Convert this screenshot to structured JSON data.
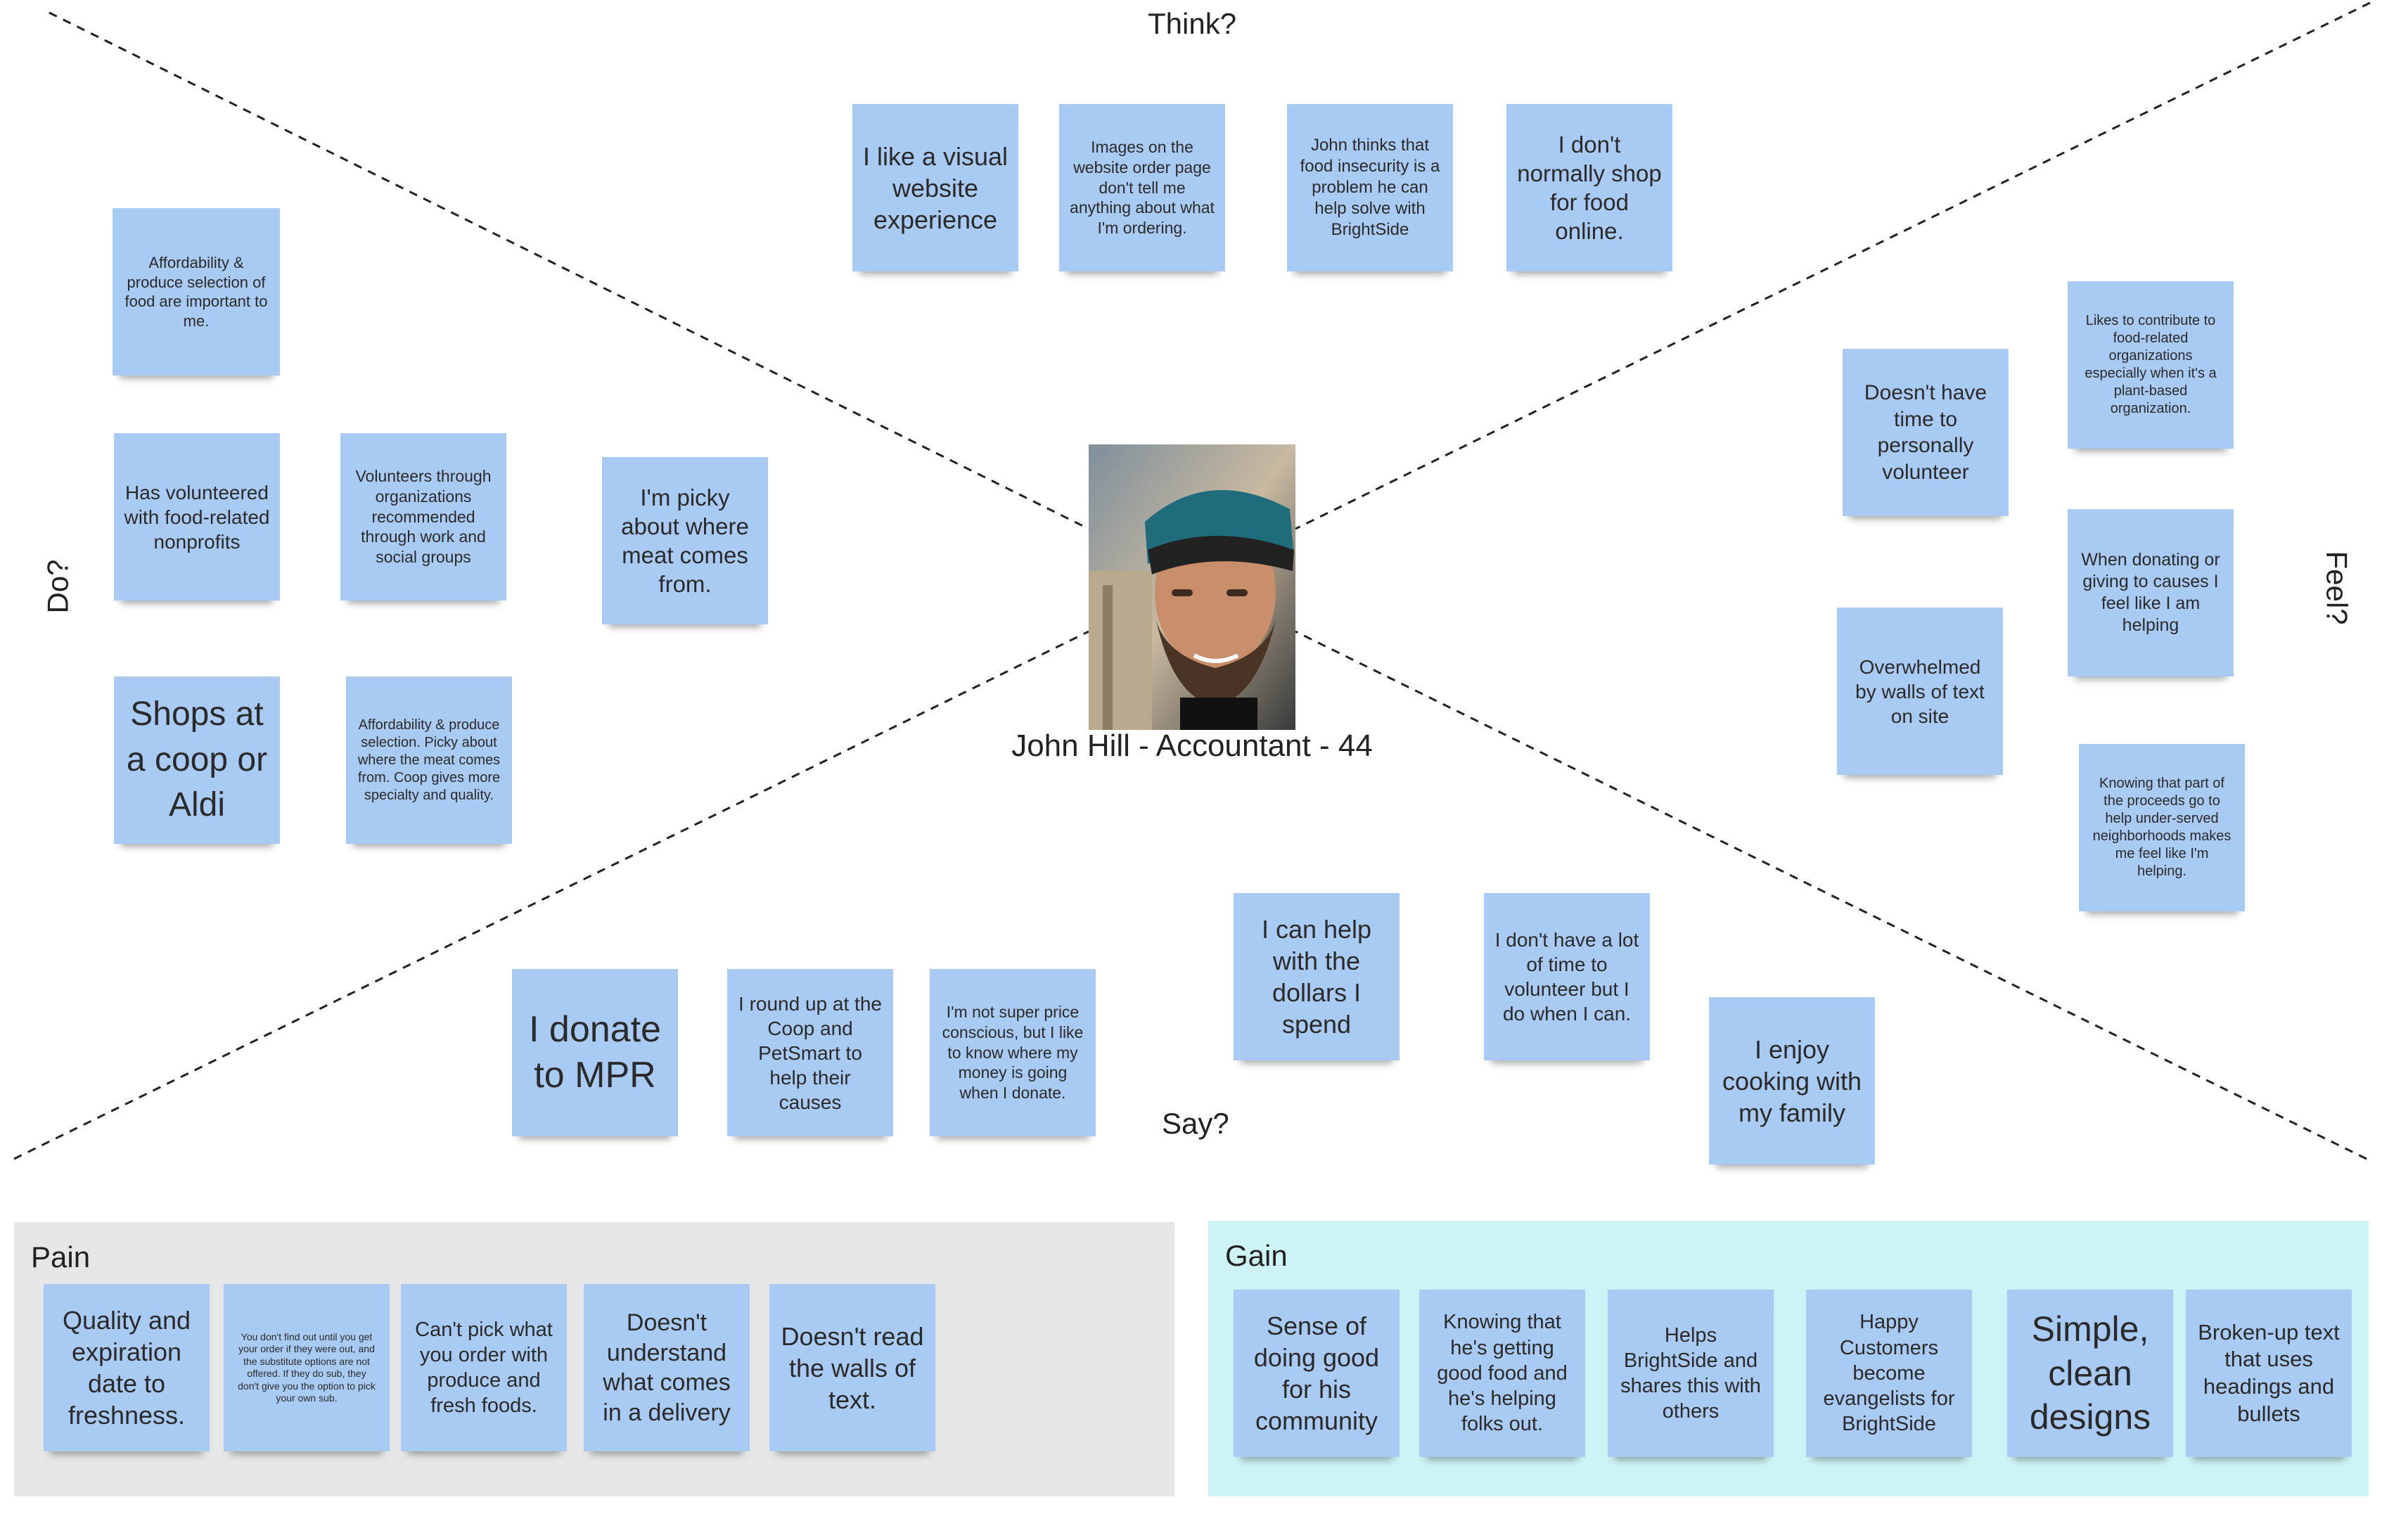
{
  "quadrants": {
    "think": "Think?",
    "feel": "Feel?",
    "say": "Say?",
    "do": "Do?"
  },
  "persona": {
    "name": "John Hill - Accountant - 44",
    "photo_icon": "person-photo-icon"
  },
  "think_notes": [
    "I like a visual website experience",
    "Images on the website order page don't tell me anything about what I'm ordering.",
    "John thinks that food insecurity is a problem he can help solve with BrightSide",
    "I don't normally shop for food online."
  ],
  "do_notes": [
    "Affordability & produce selection of food are important to me.",
    "Has volunteered with food-related nonprofits",
    "Volunteers through organizations recommended through work and social groups",
    "I'm picky about where meat comes from.",
    "Shops at a coop or Aldi",
    "Affordability & produce selection. Picky about where the meat comes from. Coop gives more specialty and quality."
  ],
  "feel_notes": [
    "Likes to contribute to food-related organizations especially when it's a plant-based organization.",
    "Doesn't have time to personally volunteer",
    "When donating or giving to causes I feel like I am helping",
    "Overwhelmed by walls of text on site",
    "Knowing that part of the proceeds go to help under-served neighborhoods makes me feel like I'm helping."
  ],
  "say_notes": [
    "I can help with the dollars I spend",
    "I don't have a lot of time to volunteer but I do when I can.",
    "I enjoy cooking with my family",
    "I donate to MPR",
    "I round up at the Coop and PetSmart to help their causes",
    "I'm not super price conscious, but I like to know where my money is going when I donate."
  ],
  "pain": {
    "title": "Pain",
    "notes": [
      "Quality and expiration date to freshness.",
      "You don't find out until you get your order if they were out, and the substitute options are not offered. If they do sub, they don't give you the option to pick your own sub.",
      "Can't pick what you order with produce and fresh foods.",
      "Doesn't understand what comes in a delivery",
      "Doesn't read the walls of text."
    ]
  },
  "gain": {
    "title": "Gain",
    "notes": [
      "Sense of doing good for his community",
      "Knowing that he's getting good food and he's helping folks out.",
      "Helps BrightSide and shares this with others",
      "Happy Customers become evangelists for BrightSide",
      "Simple, clean designs",
      "Broken-up text that uses headings and bullets"
    ]
  },
  "colors": {
    "sticky": "#a9cbf3",
    "pain_panel": "#e6e6e6",
    "gain_panel": "#cdf3f4",
    "lines": "#222222"
  }
}
